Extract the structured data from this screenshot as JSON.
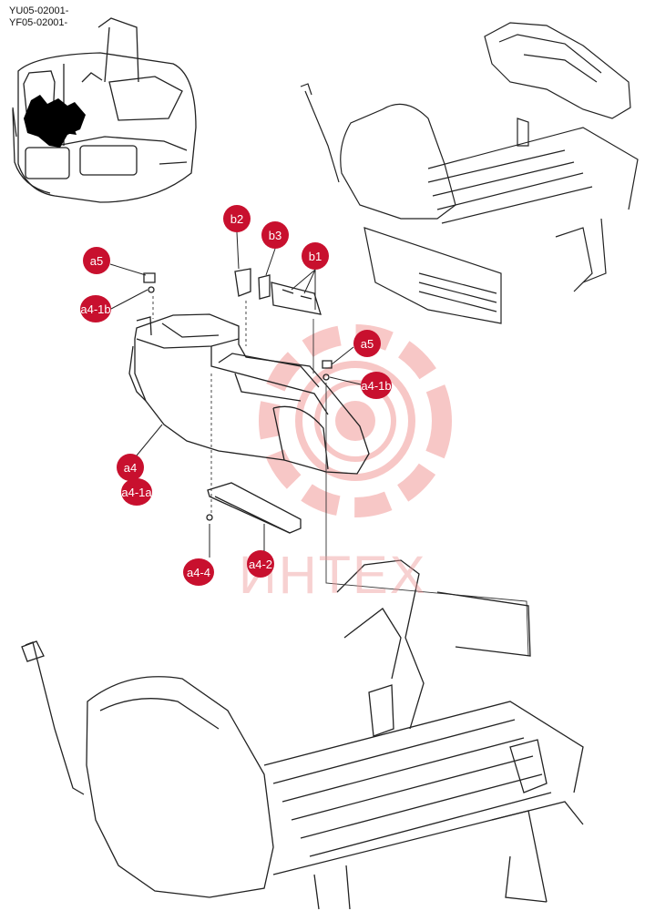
{
  "header": {
    "serial_line_1": "YU05-02001-",
    "serial_line_2": "YF05-02001-"
  },
  "watermark": {
    "text": "ИНТЕХ",
    "color": "#e53935"
  },
  "callouts": {
    "b2": "b2",
    "b3": "b3",
    "b1": "b1",
    "a5_top": "a5",
    "a4_1b_top": "a4-1b",
    "a5_right": "a5",
    "a4_1b_right": "a4-1b",
    "a4": "a4",
    "a4_1a": "a4-1a",
    "a4_4": "a4-4",
    "a4_2": "a4-2"
  },
  "colors": {
    "callout_fill": "#c8102e",
    "callout_text": "#ffffff",
    "line_art": "#222222",
    "highlight": "#000000"
  }
}
